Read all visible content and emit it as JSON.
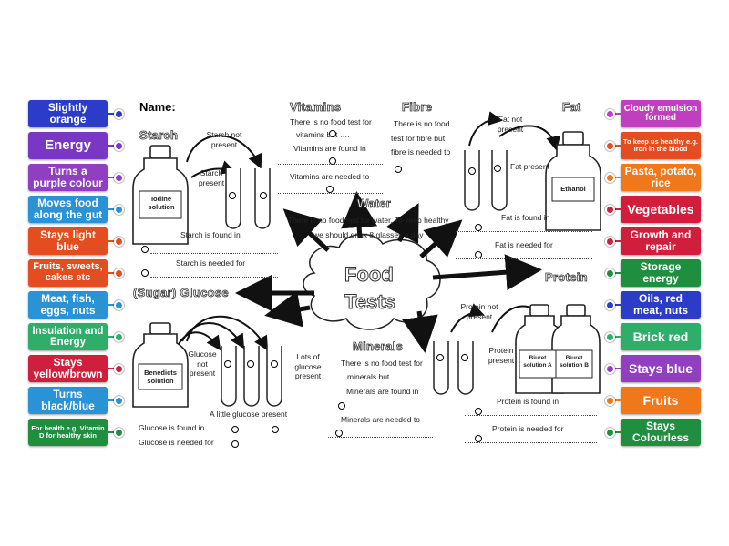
{
  "worksheet": {
    "name_label": "Name:",
    "center_title_1": "Food",
    "center_title_2": "Tests",
    "sections": {
      "starch": {
        "title": "Starch",
        "bottle": "Iodine solution",
        "not_present": "Starch not present",
        "present": "Starch present",
        "found_in": "Starch is found in",
        "needed_for": "Starch is needed for"
      },
      "vitamins": {
        "title": "Vitamins",
        "line1": "There is no food test for",
        "line2": "vitamins but ….",
        "found": "Vitamins are found in",
        "needed": "Vitamins are needed to"
      },
      "fibre": {
        "title": "Fibre",
        "line1": "There is no food",
        "line2": "test for fibre but",
        "line3": "fibre is  needed to"
      },
      "fat": {
        "title": "Fat",
        "bottle": "Ethanol",
        "not_present": "Fat not present",
        "present": "Fat present",
        "found_in": "Fat is found in",
        "needed_for": "Fat is needed for"
      },
      "water": {
        "title": "Water",
        "line1": "There is no food test for water. To keep healthy",
        "line2": "we should drink 8 glasses a day"
      },
      "glucose": {
        "title": "(Sugar) Glucose",
        "bottle": "Benedicts solution",
        "not_present": "Glucose not present",
        "lots": "Lots of glucose present",
        "little": "A little glucose present",
        "found_in": "Glucose is found in ……….",
        "needed_for": "Glucose is needed for"
      },
      "minerals": {
        "title": "Minerals",
        "line1": "There is no food test for",
        "line2": "minerals but ….",
        "found": "Minerals are found in",
        "needed": "Minerals are needed to"
      },
      "protein": {
        "title": "Protein",
        "bottle_a": "Biuret solution A",
        "bottle_b": "Biuret solution B",
        "not_present": "Protein not present",
        "present": "Protein present",
        "found_in": "Protein is found in",
        "needed_for": "Protein is needed for"
      }
    }
  },
  "labels_left": [
    {
      "text": "Slightly orange",
      "color": "#2b3cc8"
    },
    {
      "text": "Energy",
      "color": "#7a37c4"
    },
    {
      "text": "Turns a purple colour",
      "color": "#8f3fc0"
    },
    {
      "text": "Moves food along the gut",
      "color": "#2a93d6"
    },
    {
      "text": "Stays light blue",
      "color": "#e34d1f"
    },
    {
      "text": "Fruits, sweets, cakes etc",
      "color": "#e34d1f"
    },
    {
      "text": "Meat, fish, eggs, nuts",
      "color": "#2a93d6"
    },
    {
      "text": "Insulation and Energy",
      "color": "#2fae6a"
    },
    {
      "text": "Stays yellow/brown",
      "color": "#d01f3c"
    },
    {
      "text": "Turns black/blue",
      "color": "#2a93d6"
    },
    {
      "text": "For health e.g. Vitamin D for healthy skin",
      "color": "#1f8f3f"
    }
  ],
  "labels_right": [
    {
      "text": "Cloudy emulsion formed",
      "color": "#c23ec0"
    },
    {
      "text": "To keep us healthy e.g. Iron in the blood",
      "color": "#e34d1f"
    },
    {
      "text": "Pasta, potato, rice",
      "color": "#f0771a"
    },
    {
      "text": "Vegetables",
      "color": "#d01f3c"
    },
    {
      "text": "Growth and repair",
      "color": "#d01f3c"
    },
    {
      "text": "Storage energy",
      "color": "#1f8f3f"
    },
    {
      "text": "Oils, red meat, nuts",
      "color": "#2b3cc8"
    },
    {
      "text": "Brick red",
      "color": "#2fae6a"
    },
    {
      "text": "Stays blue",
      "color": "#8f3fc0"
    },
    {
      "text": "Fruits",
      "color": "#f0771a"
    },
    {
      "text": "Stays Colourless",
      "color": "#1f8f3f"
    }
  ]
}
